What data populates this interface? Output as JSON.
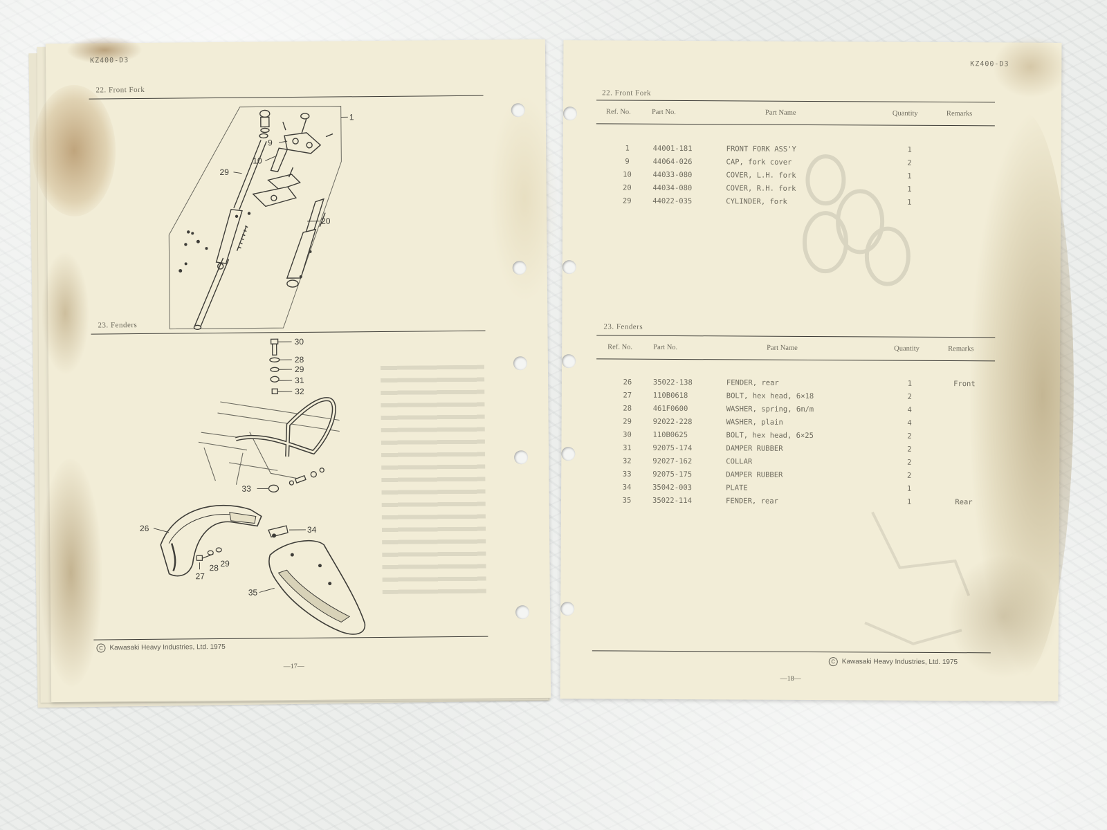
{
  "left_page": {
    "code": "KZ400-D3",
    "front_fork": {
      "section_title": "22.  Front Fork",
      "callouts": [
        "1",
        "9",
        "10",
        "29",
        "20"
      ]
    },
    "fenders": {
      "section_title": "23.  Fenders",
      "callouts": [
        "30",
        "28",
        "29",
        "31",
        "32",
        "33",
        "34",
        "26",
        "27",
        "28",
        "29",
        "35"
      ]
    },
    "footer": "Kawasaki Heavy Industries, Ltd. 1975",
    "page_number": "—17—"
  },
  "right_page": {
    "code": "KZ400-D3",
    "columns": [
      "Ref. No.",
      "Part No.",
      "Part Name",
      "Quantity",
      "Remarks"
    ],
    "front_fork": {
      "section_title": "22.  Front Fork",
      "rows": [
        {
          "ref": "1",
          "part_no": "44001-181",
          "name": "FRONT FORK ASS'Y",
          "qty": "1",
          "remarks": ""
        },
        {
          "ref": "9",
          "part_no": "44064-026",
          "name": "CAP, fork cover",
          "qty": "2",
          "remarks": ""
        },
        {
          "ref": "10",
          "part_no": "44033-080",
          "name": "COVER, L.H. fork",
          "qty": "1",
          "remarks": ""
        },
        {
          "ref": "20",
          "part_no": "44034-080",
          "name": "COVER, R.H. fork",
          "qty": "1",
          "remarks": ""
        },
        {
          "ref": "29",
          "part_no": "44022-035",
          "name": "CYLINDER, fork",
          "qty": "1",
          "remarks": ""
        }
      ]
    },
    "fenders": {
      "section_title": "23.  Fenders",
      "rows": [
        {
          "ref": "26",
          "part_no": "35022-138",
          "name": "FENDER, rear",
          "qty": "1",
          "remarks": "Front"
        },
        {
          "ref": "27",
          "part_no": "110B0618",
          "name": "BOLT, hex head, 6×18",
          "qty": "2",
          "remarks": ""
        },
        {
          "ref": "28",
          "part_no": "461F0600",
          "name": "WASHER, spring, 6m/m",
          "qty": "4",
          "remarks": ""
        },
        {
          "ref": "29",
          "part_no": "92022-228",
          "name": "WASHER, plain",
          "qty": "4",
          "remarks": ""
        },
        {
          "ref": "30",
          "part_no": "110B0625",
          "name": "BOLT, hex head, 6×25",
          "qty": "2",
          "remarks": ""
        },
        {
          "ref": "31",
          "part_no": "92075-174",
          "name": "DAMPER RUBBER",
          "qty": "2",
          "remarks": ""
        },
        {
          "ref": "32",
          "part_no": "92027-162",
          "name": "COLLAR",
          "qty": "2",
          "remarks": ""
        },
        {
          "ref": "33",
          "part_no": "92075-175",
          "name": "DAMPER RUBBER",
          "qty": "2",
          "remarks": ""
        },
        {
          "ref": "34",
          "part_no": "35042-003",
          "name": "PLATE",
          "qty": "1",
          "remarks": ""
        },
        {
          "ref": "35",
          "part_no": "35022-114",
          "name": "FENDER, rear",
          "qty": "1",
          "remarks": "Rear"
        }
      ]
    },
    "footer": "Kawasaki Heavy Industries, Ltd. 1975",
    "page_number": "—18—"
  }
}
